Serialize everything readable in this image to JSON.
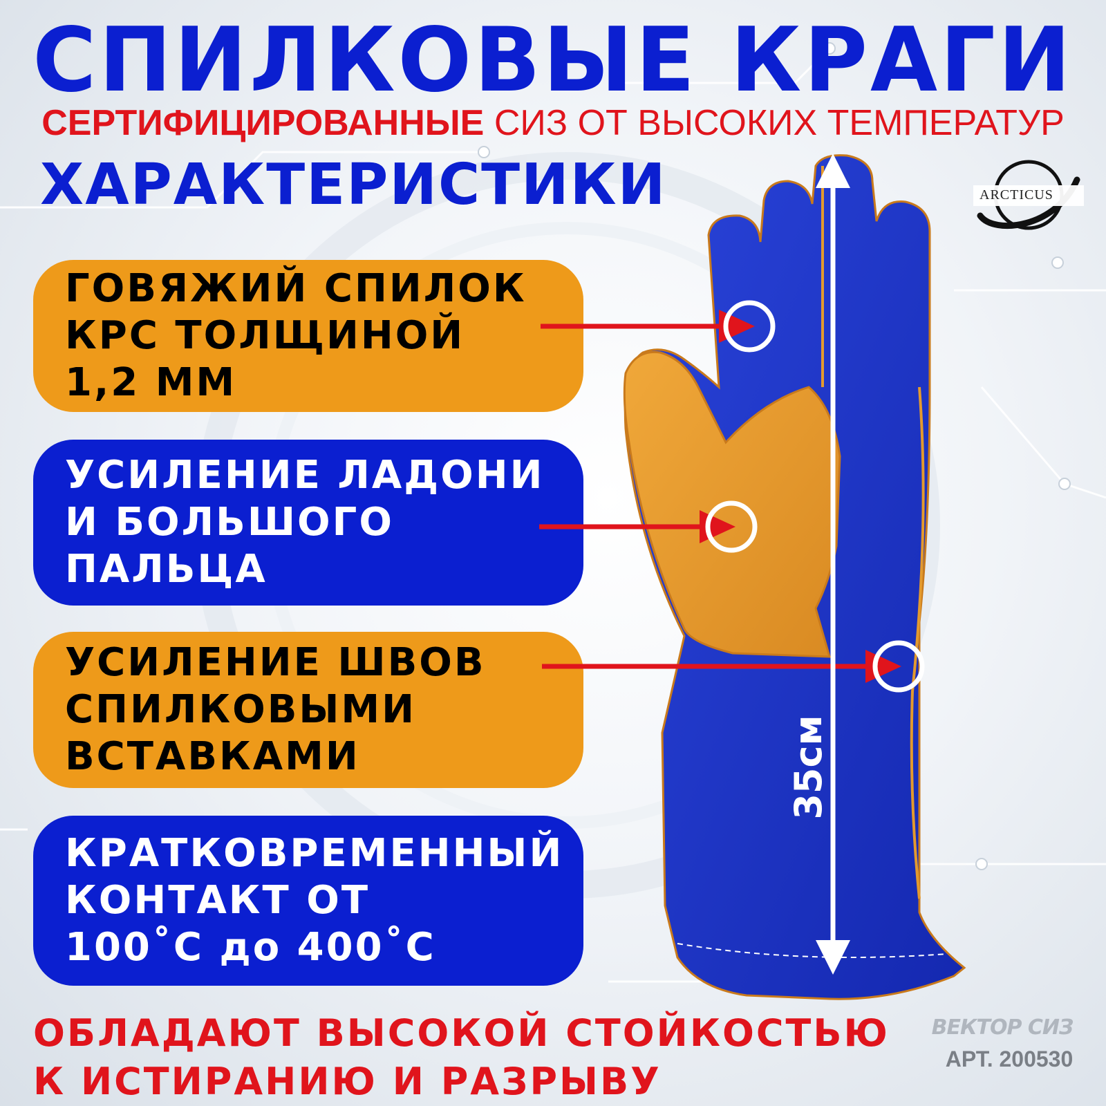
{
  "title": "СПИЛКОВЫЕ КРАГИ",
  "subtitle": {
    "bold": "СЕРТИФИЦИРОВАННЫЕ",
    "rest": " СИЗ ОТ ВЫСОКИХ ТЕМПЕРАТУР"
  },
  "section_title": "ХАРАКТЕРИСТИКИ",
  "logo": {
    "text": "ARCTICUS"
  },
  "features": [
    {
      "lines": [
        "ГОВЯЖИЙ СПИЛОК",
        "КРС ТОЛЩИНОЙ",
        "1,2 ММ"
      ],
      "color": "#ee9a1a"
    },
    {
      "lines": [
        "УСИЛЕНИЕ ЛАДОНИ",
        "И БОЛЬШОГО",
        "ПАЛЬЦА"
      ],
      "color": "#0b1fd0"
    },
    {
      "lines": [
        "УСИЛЕНИЕ ШВОВ",
        "СПИЛКОВЫМИ",
        "ВСТАВКАМИ"
      ],
      "color": "#ee9a1a"
    },
    {
      "lines": [
        "КРАТКОВРЕМЕННЫЙ",
        "КОНТАКТ ОТ",
        "100˚С до 400˚С"
      ],
      "color": "#0b1fd0"
    }
  ],
  "measure": "35см",
  "bottom": {
    "line1": "ОБЛАДАЮТ ВЫСОКОЙ СТОЙКОСТЬЮ",
    "line2": "К ИСТИРАНИЮ И РАЗРЫВУ"
  },
  "brand": "ВЕКТОР СИЗ",
  "article": "АРТ. 200530",
  "colors": {
    "title_blue": "#0b1fd0",
    "accent_red": "#e0141c",
    "orange": "#ee9a1a",
    "glove_blue": "#1b33c7",
    "suede": "#e39a2e"
  }
}
